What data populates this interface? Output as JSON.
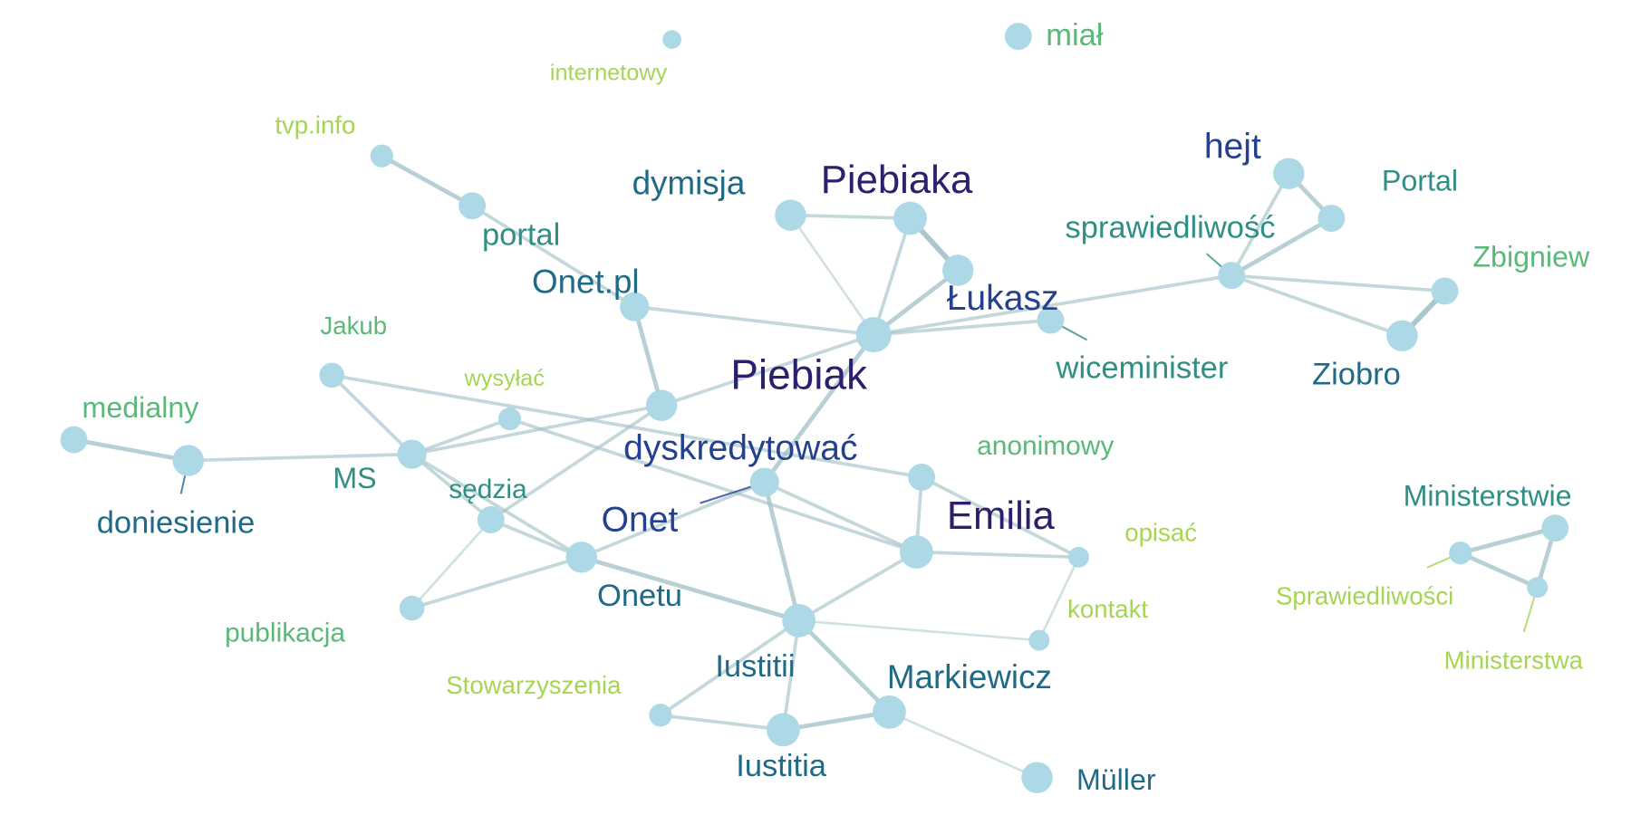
{
  "network": {
    "node_color": "#add8e6",
    "edge_color": "#9fbfc6",
    "palette": {
      "purple": "#2d1e6e",
      "blue": "#23418f",
      "steel": "#1f6a87",
      "teal": "#2f8f84",
      "green": "#5bb978",
      "lime": "#a6d554"
    },
    "words": [
      {
        "id": "internetowy",
        "label": "internetowy",
        "size": 11,
        "color": "lime"
      },
      {
        "id": "mial",
        "label": "miał",
        "size": 15,
        "color": "green"
      },
      {
        "id": "tvp",
        "label": "tvp.info",
        "size": 12,
        "color": "lime"
      },
      {
        "id": "portal",
        "label": "portal",
        "size": 15,
        "color": "teal"
      },
      {
        "id": "dymisja",
        "label": "dymisja",
        "size": 16,
        "color": "steel"
      },
      {
        "id": "piebiaka",
        "label": "Piebiaka",
        "size": 19,
        "color": "purple"
      },
      {
        "id": "hejt",
        "label": "hejt",
        "size": 17,
        "color": "blue"
      },
      {
        "id": "portal2",
        "label": "Portal",
        "size": 14,
        "color": "teal"
      },
      {
        "id": "lukasz",
        "label": "Łukasz",
        "size": 17,
        "color": "blue"
      },
      {
        "id": "sprawiedliwosc",
        "label": "sprawiedliwość",
        "size": 15,
        "color": "teal"
      },
      {
        "id": "zbigniew",
        "label": "Zbigniew",
        "size": 14,
        "color": "green"
      },
      {
        "id": "onetpl",
        "label": "Onet.pl",
        "size": 16,
        "color": "steel"
      },
      {
        "id": "piebiak",
        "label": "Piebiak",
        "size": 20,
        "color": "purple"
      },
      {
        "id": "wiceminister",
        "label": "wiceminister",
        "size": 15,
        "color": "teal"
      },
      {
        "id": "ziobro",
        "label": "Ziobro",
        "size": 15,
        "color": "steel"
      },
      {
        "id": "jakub",
        "label": "Jakub",
        "size": 12,
        "color": "green"
      },
      {
        "id": "wysylac",
        "label": "wysyłać",
        "size": 11,
        "color": "lime"
      },
      {
        "id": "medialny",
        "label": "medialny",
        "size": 14,
        "color": "green"
      },
      {
        "id": "dyskredytowac",
        "label": "dyskredytować",
        "size": 17,
        "color": "blue"
      },
      {
        "id": "anonimowy",
        "label": "anonimowy",
        "size": 13,
        "color": "green"
      },
      {
        "id": "ms",
        "label": "MS",
        "size": 14,
        "color": "teal"
      },
      {
        "id": "doniesienie",
        "label": "doniesienie",
        "size": 15,
        "color": "steel"
      },
      {
        "id": "sedzia",
        "label": "sędzia",
        "size": 13,
        "color": "teal"
      },
      {
        "id": "onet",
        "label": "Onet",
        "size": 17,
        "color": "blue"
      },
      {
        "id": "emilia",
        "label": "Emilia",
        "size": 19,
        "color": "purple"
      },
      {
        "id": "opisac",
        "label": "opisać",
        "size": 12,
        "color": "lime"
      },
      {
        "id": "ministerstwie",
        "label": "Ministerstwie",
        "size": 14,
        "color": "teal"
      },
      {
        "id": "onetu",
        "label": "Onetu",
        "size": 15,
        "color": "steel"
      },
      {
        "id": "sprawiedliwosci",
        "label": "Sprawiedliwości",
        "size": 12,
        "color": "lime"
      },
      {
        "id": "publikacja",
        "label": "publikacja",
        "size": 13,
        "color": "green"
      },
      {
        "id": "kontakt",
        "label": "kontakt",
        "size": 12,
        "color": "lime"
      },
      {
        "id": "ministerstwa",
        "label": "Ministerstwa",
        "size": 12,
        "color": "lime"
      },
      {
        "id": "stowarzyszenia",
        "label": "Stowarzyszenia",
        "size": 12,
        "color": "lime"
      },
      {
        "id": "iustitii",
        "label": "Iustitii",
        "size": 15,
        "color": "steel"
      },
      {
        "id": "markiewicz",
        "label": "Markiewicz",
        "size": 16,
        "color": "steel"
      },
      {
        "id": "iustitia",
        "label": "Iustitia",
        "size": 15,
        "color": "steel"
      },
      {
        "id": "muller",
        "label": "Müller",
        "size": 14,
        "color": "steel"
      }
    ],
    "links": [
      [
        "tvp",
        "portal",
        3
      ],
      [
        "portal",
        "onetpl",
        2
      ],
      [
        "onetpl",
        "piebiak",
        2
      ],
      [
        "onetpl",
        "dyskredytowac",
        3
      ],
      [
        "dymisja",
        "piebiaka",
        2
      ],
      [
        "dymisja",
        "piebiak",
        1
      ],
      [
        "piebiaka",
        "piebiak",
        2
      ],
      [
        "piebiaka",
        "lukasz",
        4
      ],
      [
        "lukasz",
        "piebiak",
        3
      ],
      [
        "piebiak",
        "wiceminister",
        2
      ],
      [
        "piebiak",
        "sprawiedliwosc",
        2
      ],
      [
        "piebiak",
        "onet",
        3
      ],
      [
        "piebiak",
        "dyskredytowac",
        2
      ],
      [
        "hejt",
        "portal2",
        3
      ],
      [
        "hejt",
        "sprawiedliwosc",
        2
      ],
      [
        "portal2",
        "sprawiedliwosc",
        3
      ],
      [
        "sprawiedliwosc",
        "zbigniew",
        2
      ],
      [
        "sprawiedliwosc",
        "ziobro",
        2
      ],
      [
        "zbigniew",
        "ziobro",
        4
      ],
      [
        "jakub",
        "ms",
        2
      ],
      [
        "jakub",
        "anonimowy",
        2
      ],
      [
        "ms",
        "dyskredytowac",
        2
      ],
      [
        "ms",
        "wysylac",
        2
      ],
      [
        "ms",
        "sedzia",
        2
      ],
      [
        "ms",
        "onetu",
        2
      ],
      [
        "medialny",
        "doniesienie",
        3
      ],
      [
        "doniesienie",
        "ms",
        2
      ],
      [
        "wysylac",
        "emilia",
        2
      ],
      [
        "dyskredytowac",
        "sedzia",
        2
      ],
      [
        "onet",
        "emilia",
        2
      ],
      [
        "onet",
        "iustitii",
        3
      ],
      [
        "anonimowy",
        "emilia",
        2
      ],
      [
        "anonimowy",
        "opisac",
        2
      ],
      [
        "emilia",
        "opisac",
        2
      ],
      [
        "emilia",
        "iustitii",
        2
      ],
      [
        "opisac",
        "kontakt",
        1
      ],
      [
        "sedzia",
        "publikacja",
        1
      ],
      [
        "sedzia",
        "onetu",
        2
      ],
      [
        "onetu",
        "publikacja",
        2
      ],
      [
        "onetu",
        "onet",
        2
      ],
      [
        "onetu",
        "iustitii",
        3
      ],
      [
        "iustitii",
        "kontakt",
        1
      ],
      [
        "iustitii",
        "stowarzyszenia",
        2
      ],
      [
        "iustitii",
        "iustitia",
        2
      ],
      [
        "iustitii",
        "markiewicz",
        3
      ],
      [
        "stowarzyszenia",
        "iustitia",
        2
      ],
      [
        "iustitia",
        "markiewicz",
        3
      ],
      [
        "markiewicz",
        "muller",
        1
      ],
      [
        "ministerstwie",
        "sprawiedliwosci",
        3
      ],
      [
        "ministerstwie",
        "ministerstwa",
        3
      ],
      [
        "sprawiedliwosci",
        "ministerstwa",
        3
      ]
    ]
  }
}
